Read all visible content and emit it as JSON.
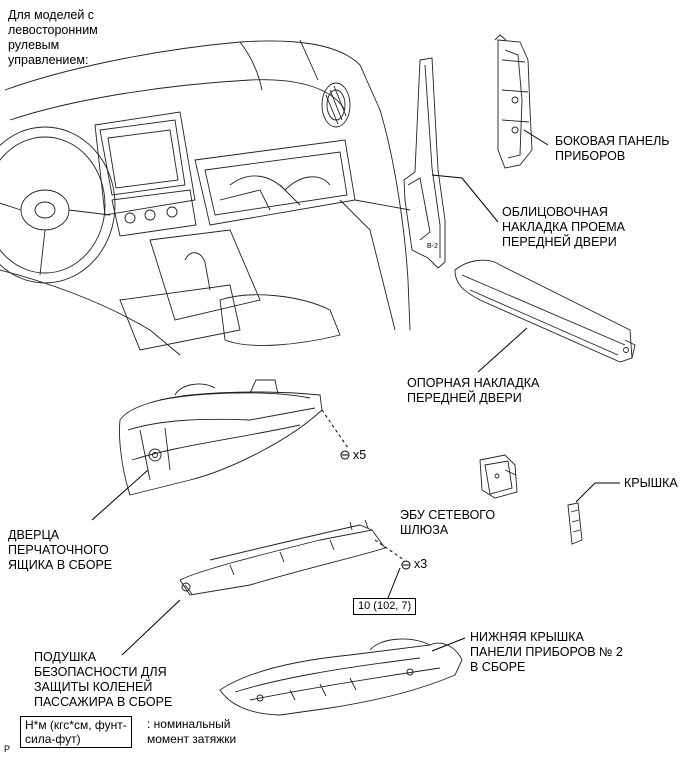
{
  "note_lhd": "Для моделей с\nлевосторонним\nрулевым\nуправлением:",
  "labels": {
    "side_panel": "БОКОВАЯ ПАНЕЛЬ\nПРИБОРОВ",
    "door_opening_trim": "ОБЛИЦОВОЧНАЯ\nНАКЛАДКА ПРОЕМА\nПЕРЕДНЕЙ ДВЕРИ",
    "scuff_plate": "ОПОРНАЯ НАКЛАДКА\nПЕРЕДНЕЙ ДВЕРИ",
    "glovebox": "ДВЕРЦА\nПЕРЧАТОЧНОГО\nЯЩИКА В СБОРЕ",
    "gateway_ecu": "ЭБУ СЕТЕВОГО\nШЛЮЗА",
    "cover": "КРЫШКА",
    "knee_airbag": "ПОДУШКА\nБЕЗОПАСНОСТИ ДЛЯ\nЗАЩИТЫ КОЛЕНЕЙ\nПАССАЖИРА В СБОРЕ",
    "lower_panel": "НИЖНЯЯ КРЫШКА\nПАНЕЛИ ПРИБОРОВ № 2\nВ СБОРЕ"
  },
  "fastener_x5": "x5",
  "fastener_x3": "x3",
  "torque_value": "10 (102, 7)",
  "legend_box": "Н*м (кгс*см, фунт-\nсила-фут)",
  "legend_text": ": номинальный\nмомент затяжки",
  "corner_mark": "P"
}
